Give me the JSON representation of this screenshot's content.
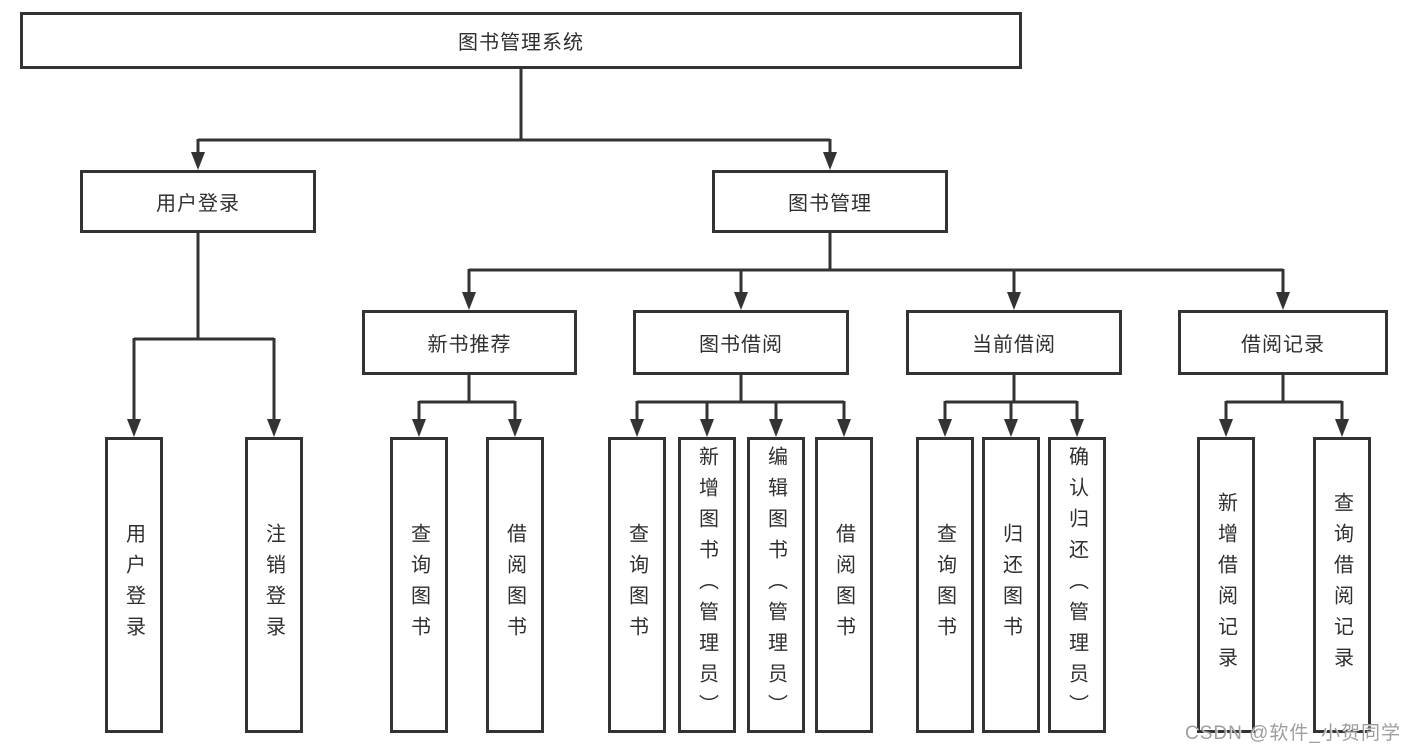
{
  "colors": {
    "line": "#333333",
    "box_border": "#333333",
    "text": "#2f2f2f",
    "watermark": "#9e9e9e",
    "background": "#ffffff"
  },
  "tree": {
    "root": {
      "label": "图书管理系统"
    },
    "level2": [
      {
        "label": "用户登录",
        "children": [
          {
            "label": "用户登录"
          },
          {
            "label": "注销登录"
          }
        ]
      },
      {
        "label": "图书管理",
        "children": [
          {
            "label": "新书推荐",
            "children": [
              {
                "label": "查询图书"
              },
              {
                "label": "借阅图书"
              }
            ]
          },
          {
            "label": "图书借阅",
            "children": [
              {
                "label": "查询图书"
              },
              {
                "label": "新增图书（管理员）"
              },
              {
                "label": "编辑图书（管理员）"
              },
              {
                "label": "借阅图书"
              }
            ]
          },
          {
            "label": "当前借阅",
            "children": [
              {
                "label": "查询图书"
              },
              {
                "label": "归还图书"
              },
              {
                "label": "确认归还（管理员）"
              }
            ]
          },
          {
            "label": "借阅记录",
            "children": [
              {
                "label": "新增借阅记录"
              },
              {
                "label": "查询借阅记录"
              }
            ]
          }
        ]
      }
    ]
  },
  "watermark": {
    "text": "CSDN @软件_小贺同学"
  }
}
